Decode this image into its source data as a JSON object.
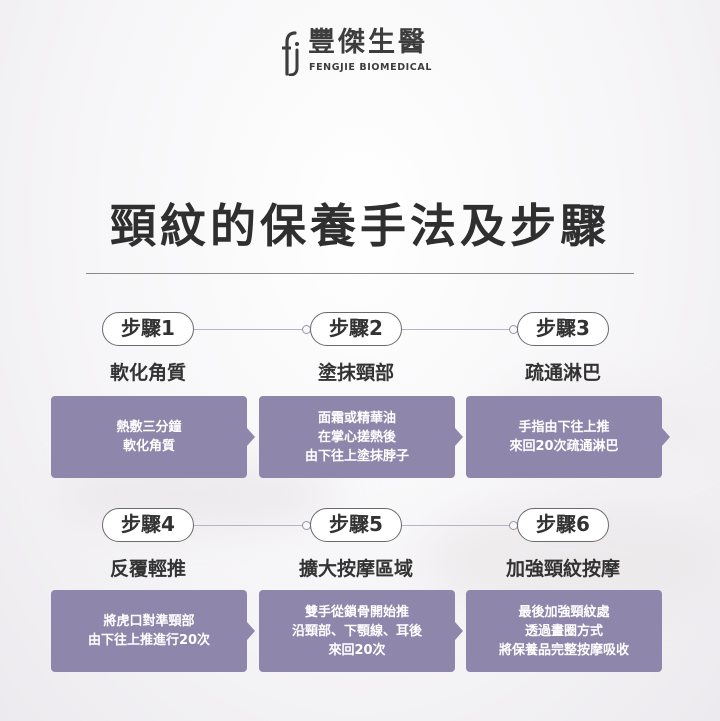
{
  "brand": {
    "name_cn": "豐傑生醫",
    "name_en": "FENGJIE BIOMEDICAL"
  },
  "title": "頸紋的保養手法及步驟",
  "colors": {
    "card": "#8f87ab",
    "pill_border": "#6b6b6b",
    "text": "#333333"
  },
  "steps": [
    {
      "label": "步驟1",
      "name": "軟化角質",
      "desc": "熱敷三分鐘\n軟化角質"
    },
    {
      "label": "步驟2",
      "name": "塗抹頸部",
      "desc": "面霜或精華油\n在掌心搓熱後\n由下往上塗抹脖子"
    },
    {
      "label": "步驟3",
      "name": "疏通淋巴",
      "desc": "手指由下往上推\n來回20次疏通淋巴"
    },
    {
      "label": "步驟4",
      "name": "反覆輕推",
      "desc": "將虎口對準頸部\n由下往上推進行20次"
    },
    {
      "label": "步驟5",
      "name": "擴大按摩區域",
      "desc": "雙手從鎖骨開始推\n沿頸部、下顎線、耳後\n來回20次"
    },
    {
      "label": "步驟6",
      "name": "加強頸紋按摩",
      "desc": "最後加強頸紋處\n透過畫圈方式\n將保養品完整按摩吸收"
    }
  ]
}
